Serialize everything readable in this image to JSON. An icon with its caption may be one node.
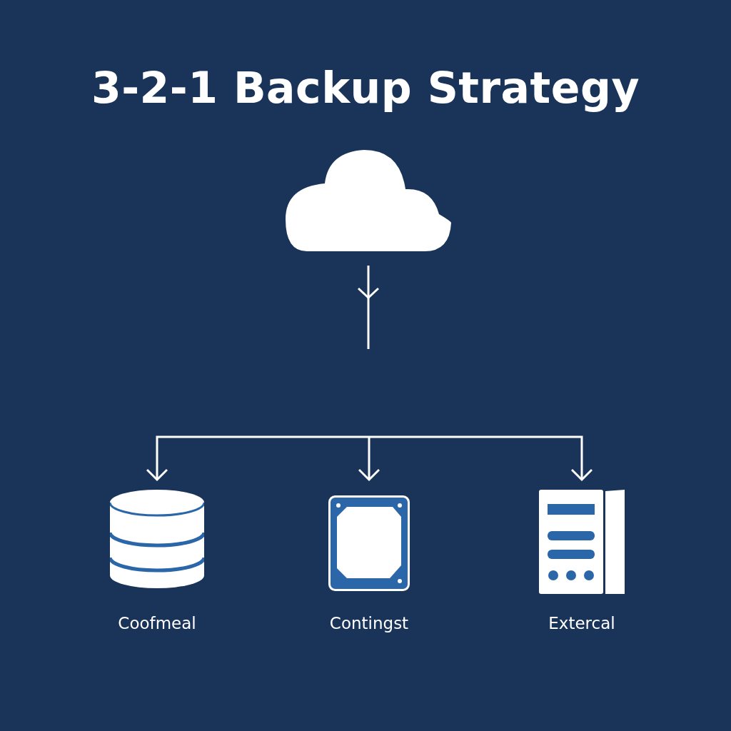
{
  "diagram": {
    "title": "3-2-1 Backup Strategy",
    "nodes": [
      {
        "text": [],
        "shape": "cloud"
      },
      {
        "text": [
          "Coofmeal"
        ]
      },
      {
        "text": [
          "Contingst"
        ]
      },
      {
        "text": [
          "Extercal"
        ]
      }
    ],
    "edges": [
      {
        "from": 0,
        "to": null,
        "arrow": "to"
      },
      {
        "from": null,
        "to": 1,
        "arrow": "to"
      },
      {
        "from": null,
        "to": 2,
        "arrow": "to"
      },
      {
        "from": null,
        "to": 3,
        "arrow": "to"
      }
    ]
  }
}
